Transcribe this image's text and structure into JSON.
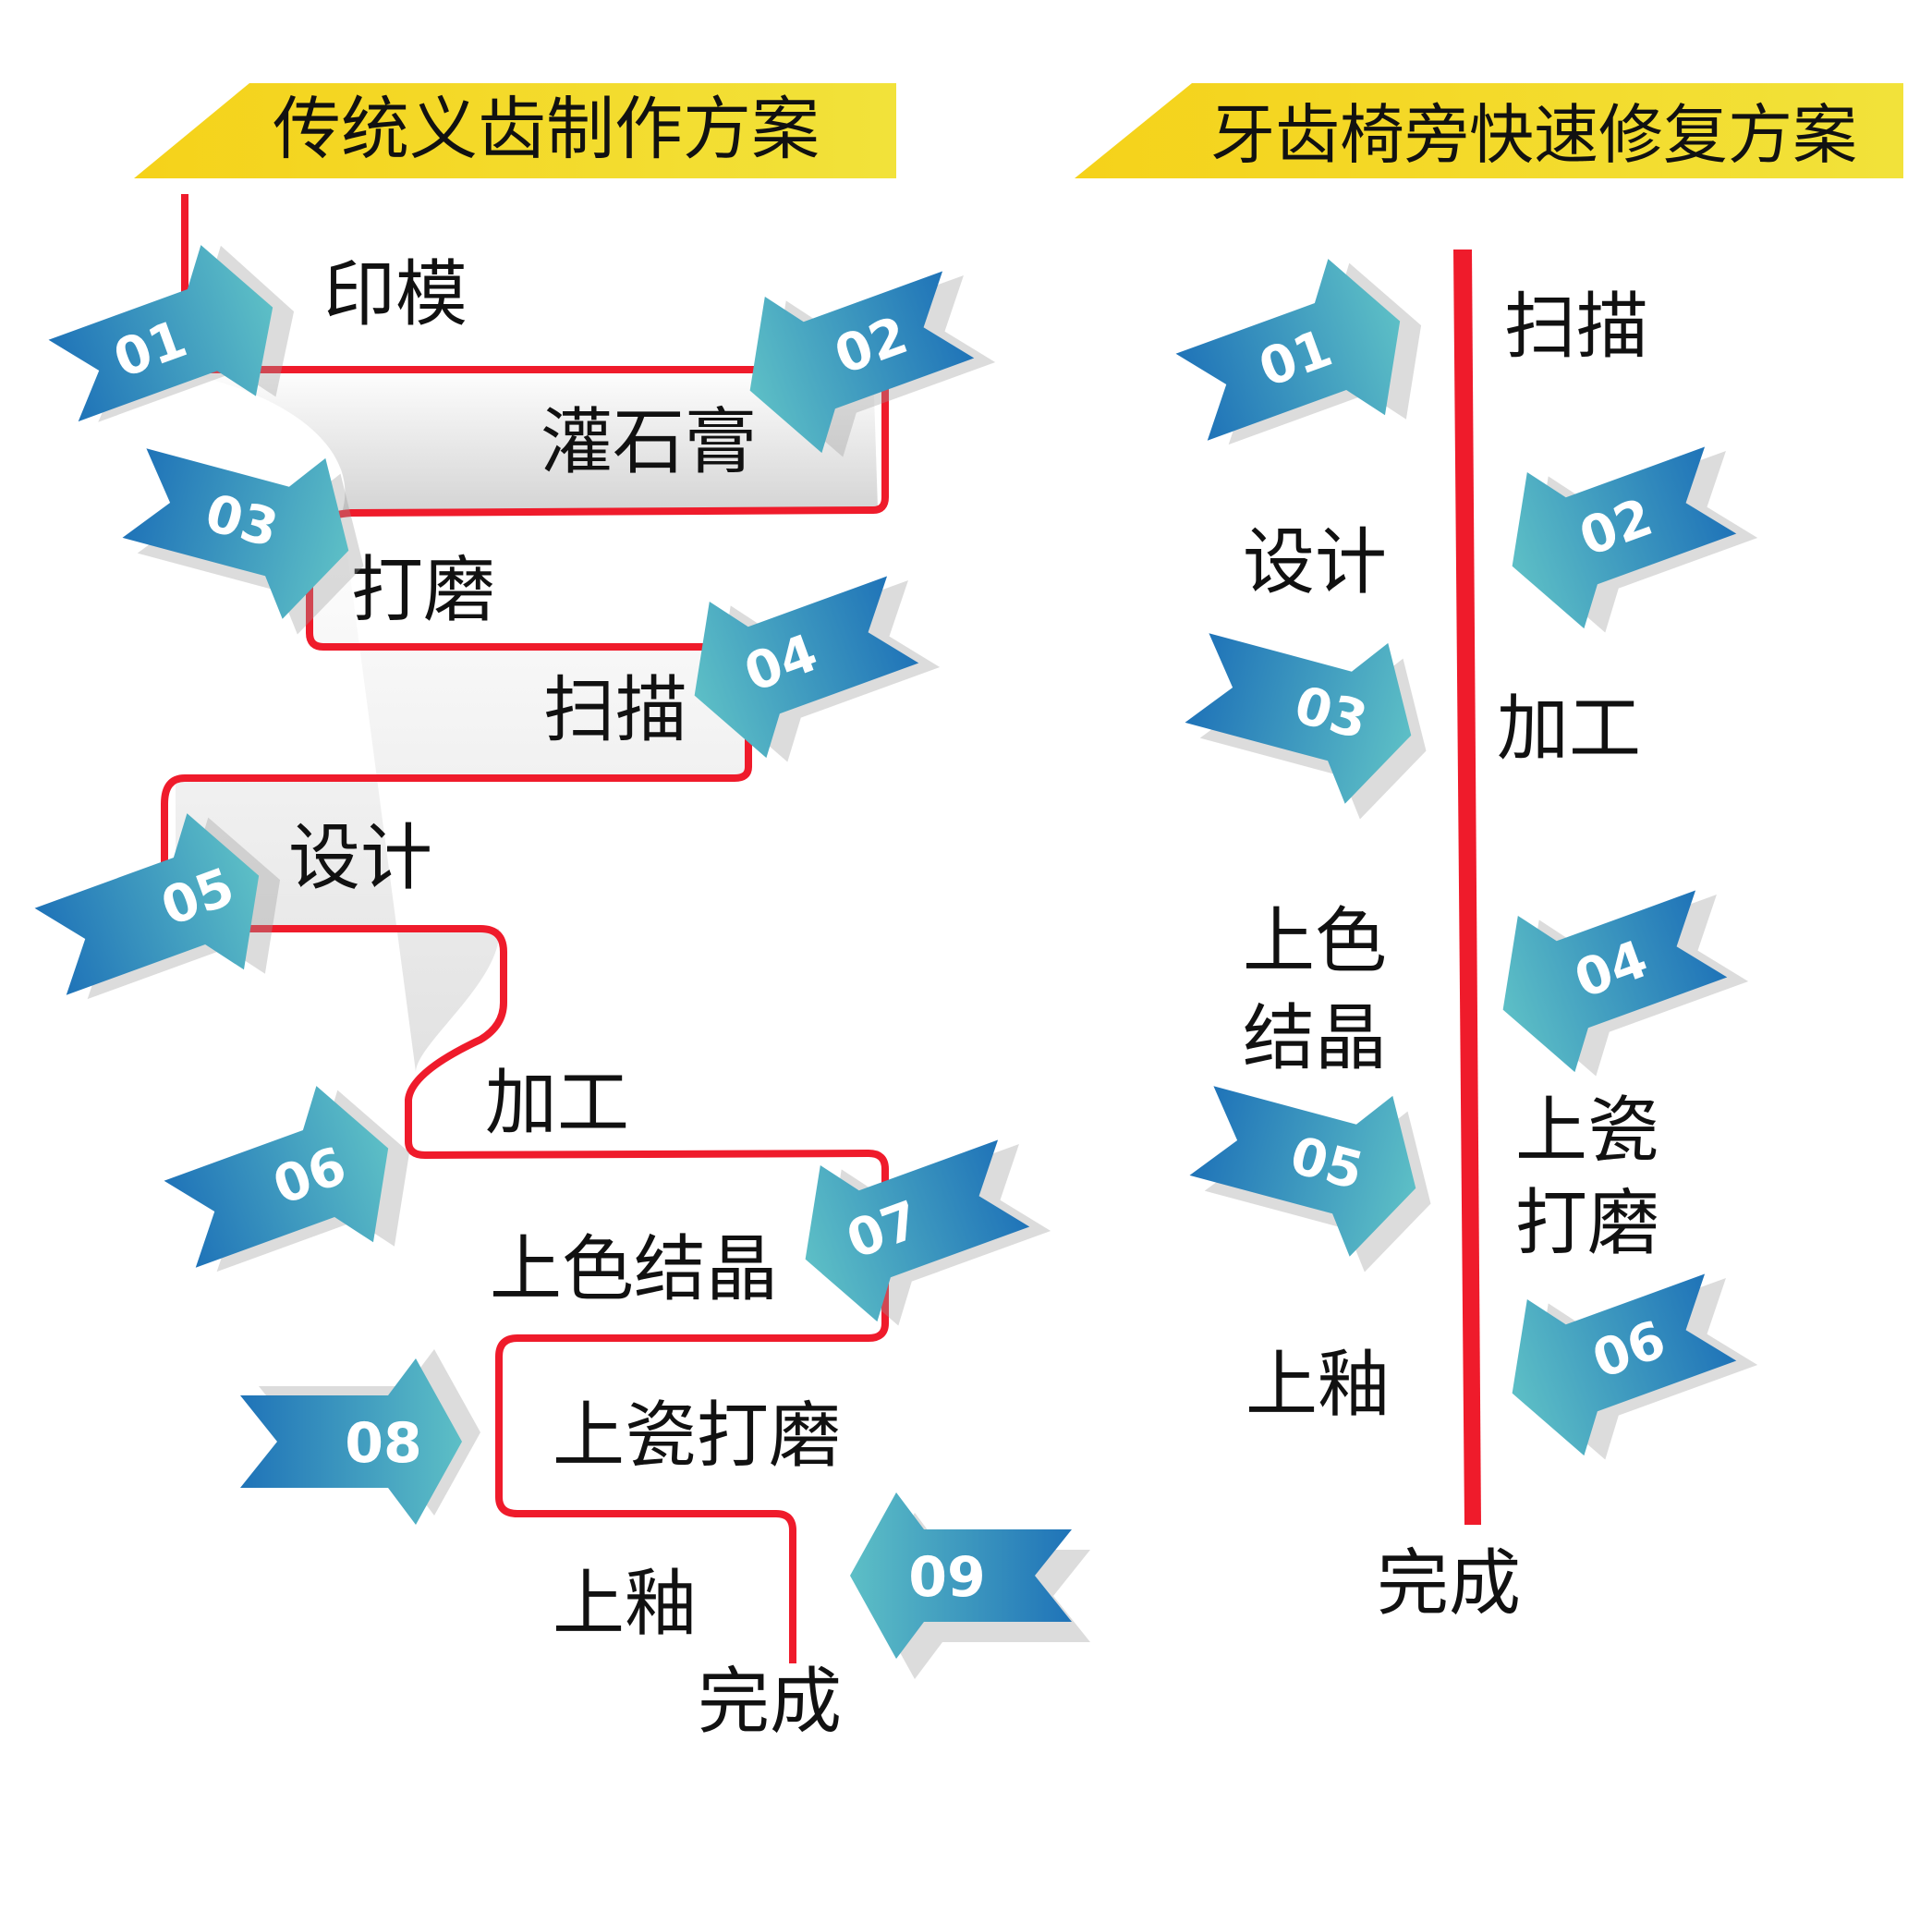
{
  "colors": {
    "banner": "#f2d61b",
    "banner_dark": "#e0b500",
    "path_line": "#ef1b2b",
    "arrow_light": "#5dbfc6",
    "arrow_dark": "#1f73b8",
    "label_text": "#111111"
  },
  "left_scheme": {
    "title": "传统义齿制作方案",
    "steps": [
      {
        "number": "01",
        "label": "印模"
      },
      {
        "number": "02",
        "label": "灌石膏"
      },
      {
        "number": "03",
        "label": "打磨"
      },
      {
        "number": "04",
        "label": "扫描"
      },
      {
        "number": "05",
        "label": "设计"
      },
      {
        "number": "06",
        "label": "加工"
      },
      {
        "number": "07",
        "label": "上色结晶"
      },
      {
        "number": "08",
        "label": "上瓷打磨"
      },
      {
        "number": "09",
        "label": "上釉"
      }
    ],
    "end_label": "完成"
  },
  "right_scheme": {
    "title": "牙齿椅旁快速修复方案",
    "steps": [
      {
        "number": "01",
        "label": "扫描"
      },
      {
        "number": "02",
        "label": "设计"
      },
      {
        "number": "03",
        "label": "加工"
      },
      {
        "number": "04",
        "label": "上色\n结晶"
      },
      {
        "number": "05",
        "label": "上瓷\n打磨"
      },
      {
        "number": "06",
        "label": "上釉"
      }
    ],
    "end_label": "完成"
  }
}
